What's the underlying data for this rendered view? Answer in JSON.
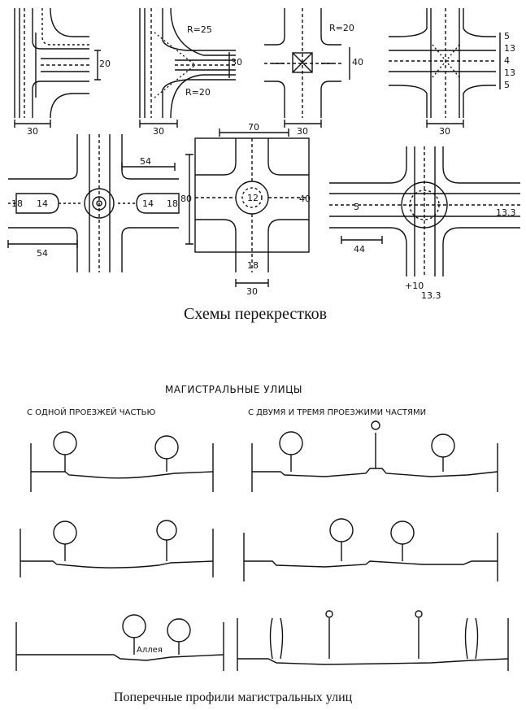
{
  "top_section": {
    "caption": "Схемы перекрестков",
    "schemes": [
      {
        "labels": [
          "20",
          "30"
        ]
      },
      {
        "labels": [
          "R=25",
          "30",
          "R=20",
          "30"
        ]
      },
      {
        "labels": [
          "R=20",
          "40",
          "30"
        ]
      },
      {
        "labels": [
          "5",
          "13",
          "4",
          "13",
          "5",
          "30"
        ]
      },
      {
        "labels": [
          "54",
          "18",
          "14",
          "14",
          "18",
          "54"
        ]
      },
      {
        "labels": [
          "70",
          "80",
          "12",
          "40",
          "18",
          "30"
        ]
      },
      {
        "labels": [
          "5",
          "13.3",
          "44",
          "+10",
          "13.3"
        ]
      }
    ]
  },
  "bottom_section": {
    "heading": "МАГИСТРАЛЬНЫЕ  УЛИЦЫ",
    "left_column": "С ОДНОЙ  ПРОЕЗЖЕЙ ЧАСТЬЮ",
    "right_column": "С ДВУМЯ И ТРЕМЯ  ПРОЕЗЖИМИ ЧАСТЯМИ",
    "alley_label": "Аллея",
    "caption": "Поперечные профили магистральных улиц"
  }
}
